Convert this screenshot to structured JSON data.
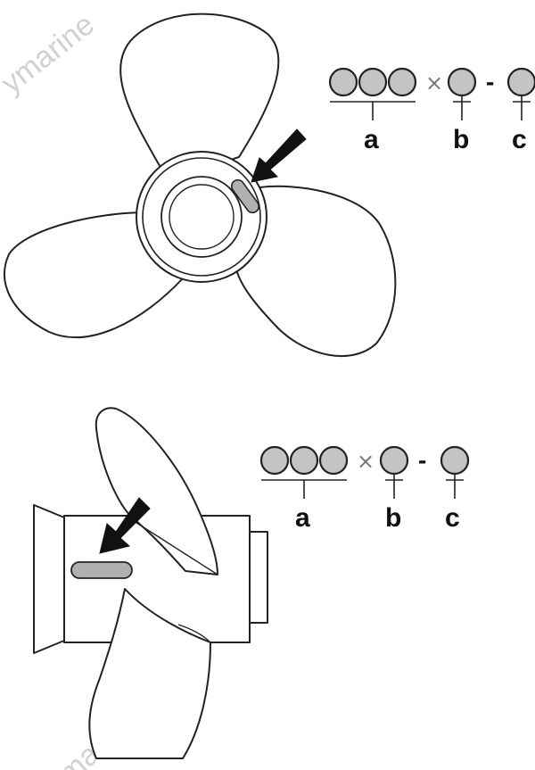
{
  "watermark": {
    "text_top": "ymarine",
    "text_bottom": "ymarine.com"
  },
  "code_top": {
    "separator": "×",
    "dash": "-",
    "labels": {
      "a": "a",
      "b": "b",
      "c": "c"
    }
  },
  "code_bottom": {
    "separator": "×",
    "dash": "-",
    "labels": {
      "a": "a",
      "b": "b",
      "c": "c"
    }
  },
  "colors": {
    "line": "#222222",
    "digit_fill": "#c4c4c4",
    "mark_fill": "#b0b0b0",
    "arrow": "#111111"
  }
}
